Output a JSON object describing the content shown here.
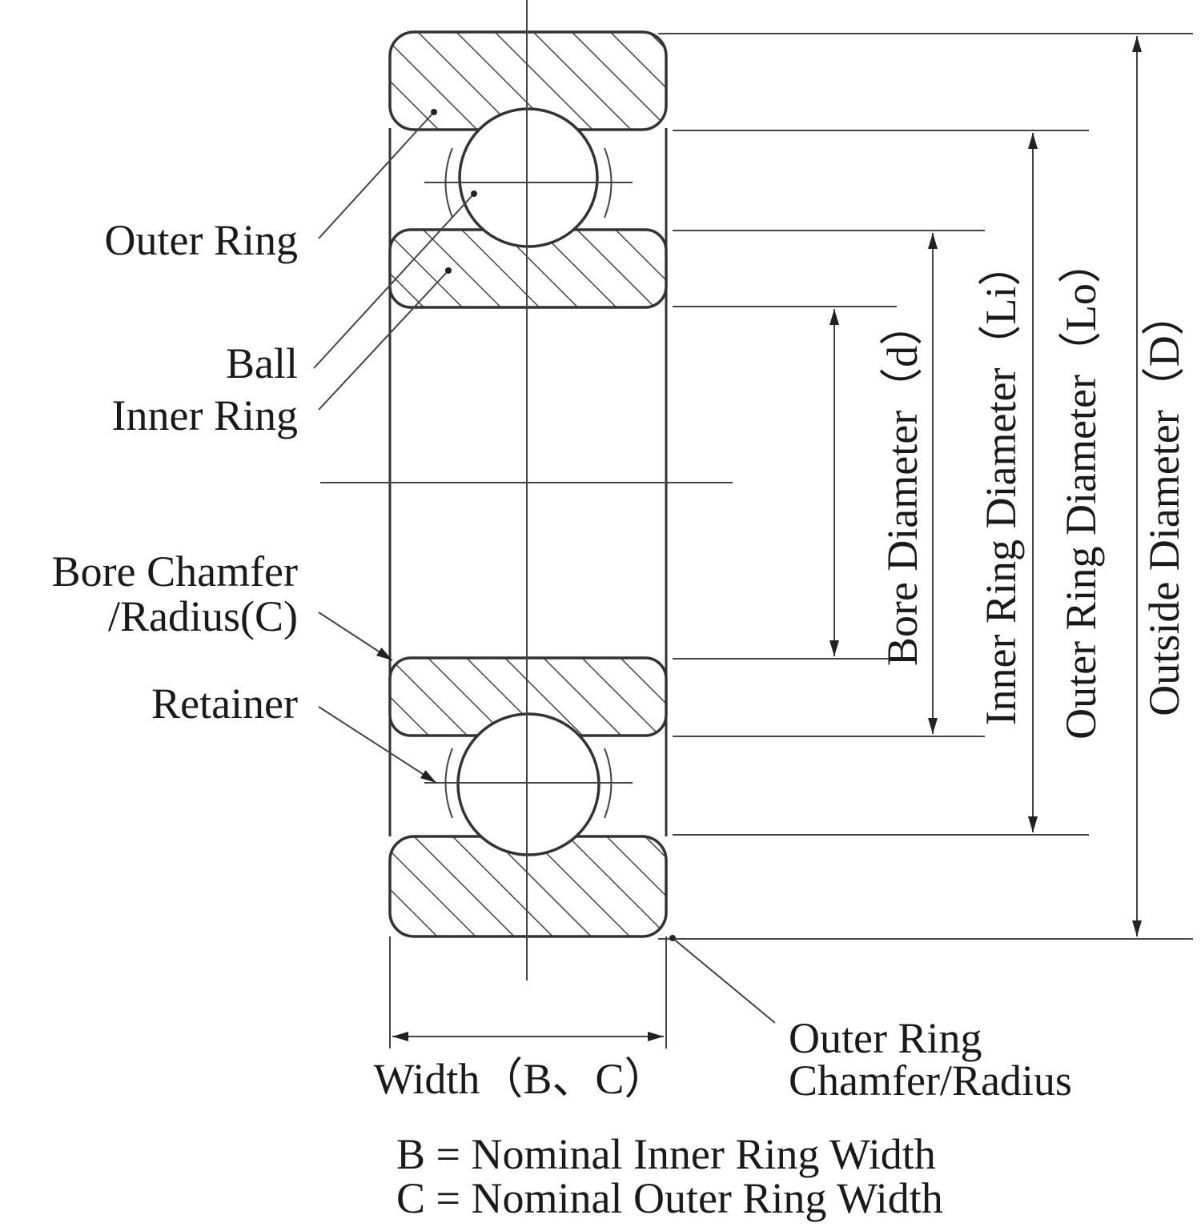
{
  "labels": {
    "outer_ring": "Outer Ring",
    "ball": "Ball",
    "inner_ring": "Inner Ring",
    "bore_chamfer_line1": "Bore Chamfer",
    "bore_chamfer_line2": "/Radius(C)",
    "retainer": "Retainer",
    "width": "Width（B、C）",
    "outer_chamfer_line1": "Outer Ring",
    "outer_chamfer_line2": "Chamfer/Radius",
    "bore_diameter": "Bore Diameter（d）",
    "inner_ring_diameter": "Inner Ring Diameter（Li）",
    "outer_ring_diameter": "Outer Ring Diameter（Lo）",
    "outside_diameter": "Outside Diameter（D）"
  },
  "legend": {
    "b_def": "B = Nominal Inner Ring Width",
    "c_def": "C = Nominal Outer Ring Width"
  },
  "colors": {
    "line": "#333333",
    "text": "#1a1a1a",
    "background": "#ffffff"
  }
}
